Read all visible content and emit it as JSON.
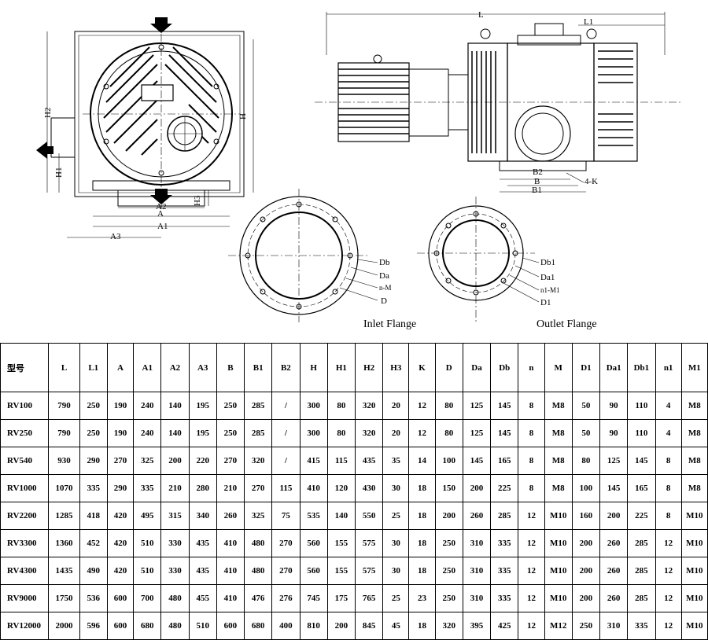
{
  "labels": {
    "L": "L",
    "L1": "L1",
    "A": "A",
    "A1": "A1",
    "A2": "A2",
    "A3": "A3",
    "B": "B",
    "B1": "B1",
    "B2": "B2",
    "H": "H",
    "H1": "H1",
    "H2": "H2",
    "H3": "H3",
    "four_k": "4-K",
    "Db": "Db",
    "Da": "Da",
    "nM": "n-M",
    "D": "D",
    "Db1": "Db1",
    "Da1": "Da1",
    "n1M1": "n1-M1",
    "D1": "D1",
    "inlet_flange": "Inlet Flange",
    "outlet_flange": "Outlet Flange"
  },
  "table": {
    "headers": [
      "型号",
      "L",
      "L1",
      "A",
      "A1",
      "A2",
      "A3",
      "B",
      "B1",
      "B2",
      "H",
      "H1",
      "H2",
      "H3",
      "K",
      "D",
      "Da",
      "Db",
      "n",
      "M",
      "D1",
      "Da1",
      "Db1",
      "n1",
      "M1"
    ],
    "rows": [
      [
        "RV100",
        "790",
        "250",
        "190",
        "240",
        "140",
        "195",
        "250",
        "285",
        "/",
        "300",
        "80",
        "320",
        "20",
        "12",
        "80",
        "125",
        "145",
        "8",
        "M8",
        "50",
        "90",
        "110",
        "4",
        "M8"
      ],
      [
        "RV250",
        "790",
        "250",
        "190",
        "240",
        "140",
        "195",
        "250",
        "285",
        "/",
        "300",
        "80",
        "320",
        "20",
        "12",
        "80",
        "125",
        "145",
        "8",
        "M8",
        "50",
        "90",
        "110",
        "4",
        "M8"
      ],
      [
        "RV540",
        "930",
        "290",
        "270",
        "325",
        "200",
        "220",
        "270",
        "320",
        "/",
        "415",
        "115",
        "435",
        "35",
        "14",
        "100",
        "145",
        "165",
        "8",
        "M8",
        "80",
        "125",
        "145",
        "8",
        "M8"
      ],
      [
        "RV1000",
        "1070",
        "335",
        "290",
        "335",
        "210",
        "280",
        "210",
        "270",
        "115",
        "410",
        "120",
        "430",
        "30",
        "18",
        "150",
        "200",
        "225",
        "8",
        "M8",
        "100",
        "145",
        "165",
        "8",
        "M8"
      ],
      [
        "RV2200",
        "1285",
        "418",
        "420",
        "495",
        "315",
        "340",
        "260",
        "325",
        "75",
        "535",
        "140",
        "550",
        "25",
        "18",
        "200",
        "260",
        "285",
        "12",
        "M10",
        "160",
        "200",
        "225",
        "8",
        "M10"
      ],
      [
        "RV3300",
        "1360",
        "452",
        "420",
        "510",
        "330",
        "435",
        "410",
        "480",
        "270",
        "560",
        "155",
        "575",
        "30",
        "18",
        "250",
        "310",
        "335",
        "12",
        "M10",
        "200",
        "260",
        "285",
        "12",
        "M10"
      ],
      [
        "RV4300",
        "1435",
        "490",
        "420",
        "510",
        "330",
        "435",
        "410",
        "480",
        "270",
        "560",
        "155",
        "575",
        "30",
        "18",
        "250",
        "310",
        "335",
        "12",
        "M10",
        "200",
        "260",
        "285",
        "12",
        "M10"
      ],
      [
        "RV9000",
        "1750",
        "536",
        "600",
        "700",
        "480",
        "455",
        "410",
        "476",
        "276",
        "745",
        "175",
        "765",
        "25",
        "23",
        "250",
        "310",
        "335",
        "12",
        "M10",
        "200",
        "260",
        "285",
        "12",
        "M10"
      ],
      [
        "RV12000",
        "2000",
        "596",
        "600",
        "680",
        "480",
        "510",
        "600",
        "680",
        "400",
        "810",
        "200",
        "845",
        "45",
        "18",
        "320",
        "395",
        "425",
        "12",
        "M12",
        "250",
        "310",
        "335",
        "12",
        "M10"
      ]
    ]
  }
}
